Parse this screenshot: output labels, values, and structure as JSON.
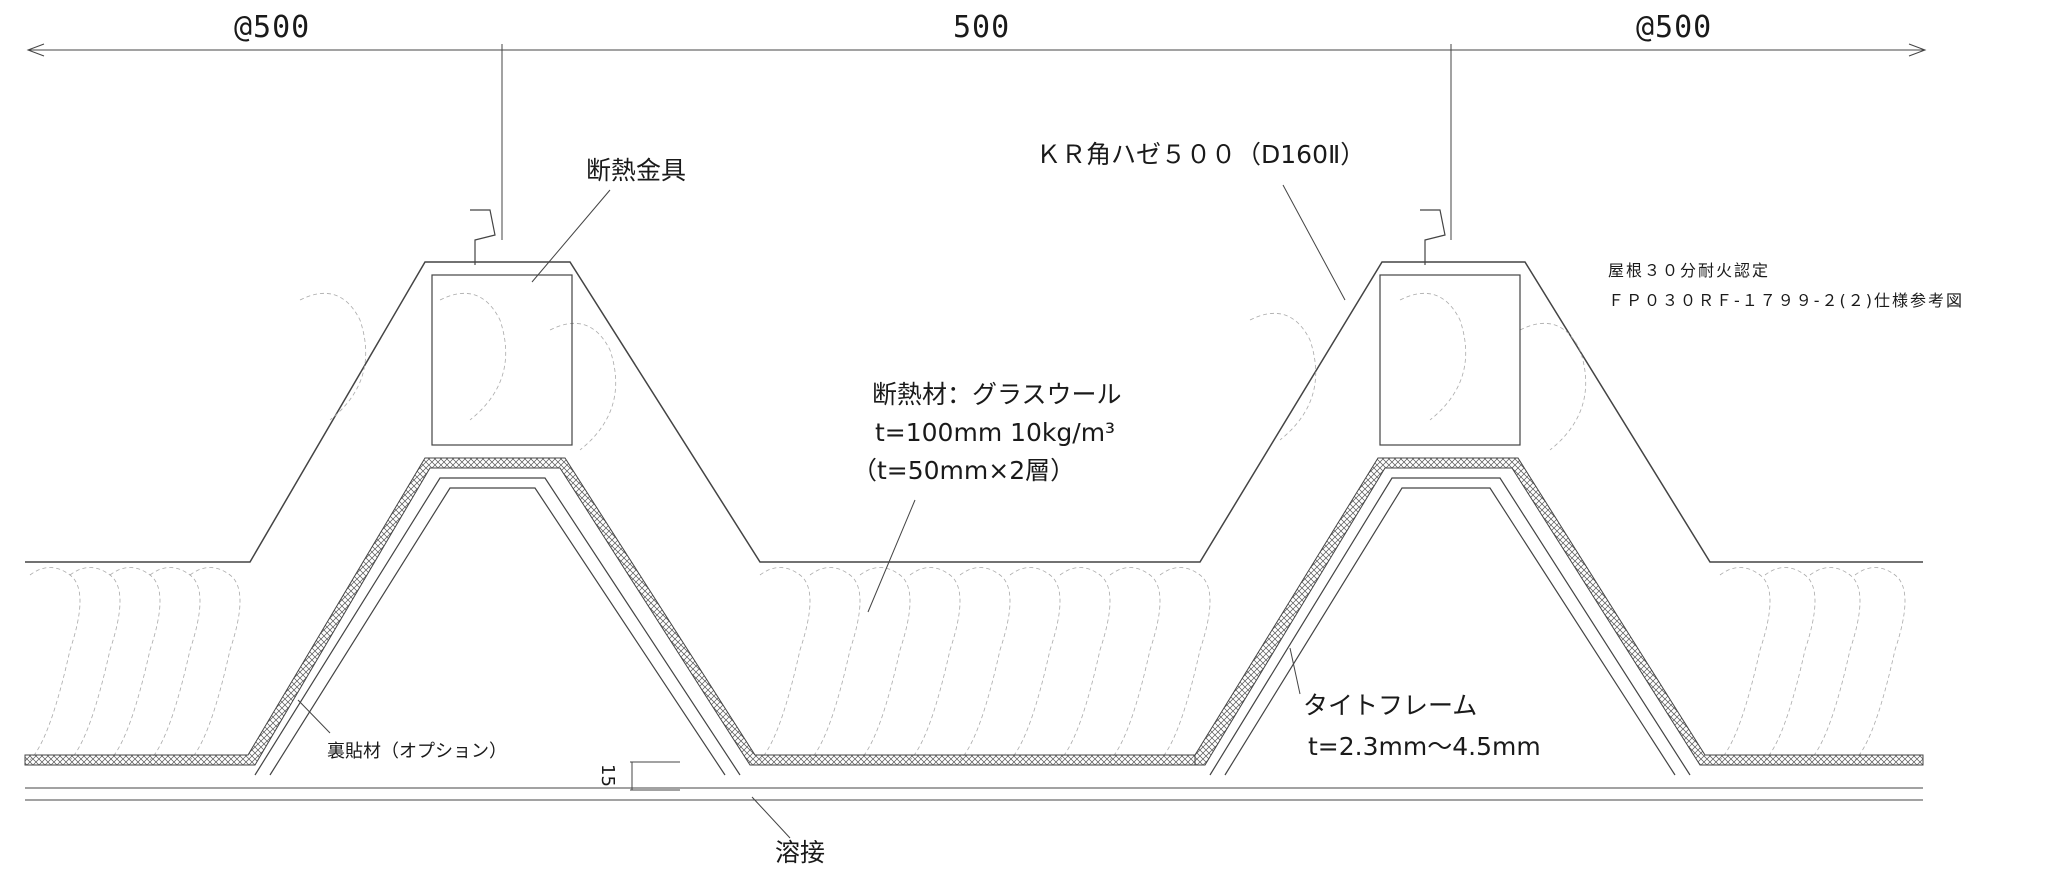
{
  "dimensions": {
    "left_pitch": "@500",
    "center_pitch": "500",
    "right_pitch": "@500",
    "rib_height": "15"
  },
  "callouts": {
    "insulation_bracket": "断熱金具",
    "roof_panel": "ＫＲ角ハゼ５００（D160Ⅱ）",
    "insulation_title": "断熱材：グラスウール",
    "insulation_spec": "t=100mm 10kg/m³",
    "insulation_layers": "（t=50mm×2層）",
    "backing": "裏貼材（オプション）",
    "tight_frame_title": "タイトフレーム",
    "tight_frame_spec": "t=2.3mm～4.5mm",
    "weld": "溶接"
  },
  "certification": {
    "line1": "屋根３０分耐火認定",
    "line2": "ＦＰ０３０ＲＦ-１７９９-２(２)仕様参考図"
  },
  "colors": {
    "line": "#444444",
    "light_line": "#9a9a9a",
    "background": "#ffffff"
  }
}
